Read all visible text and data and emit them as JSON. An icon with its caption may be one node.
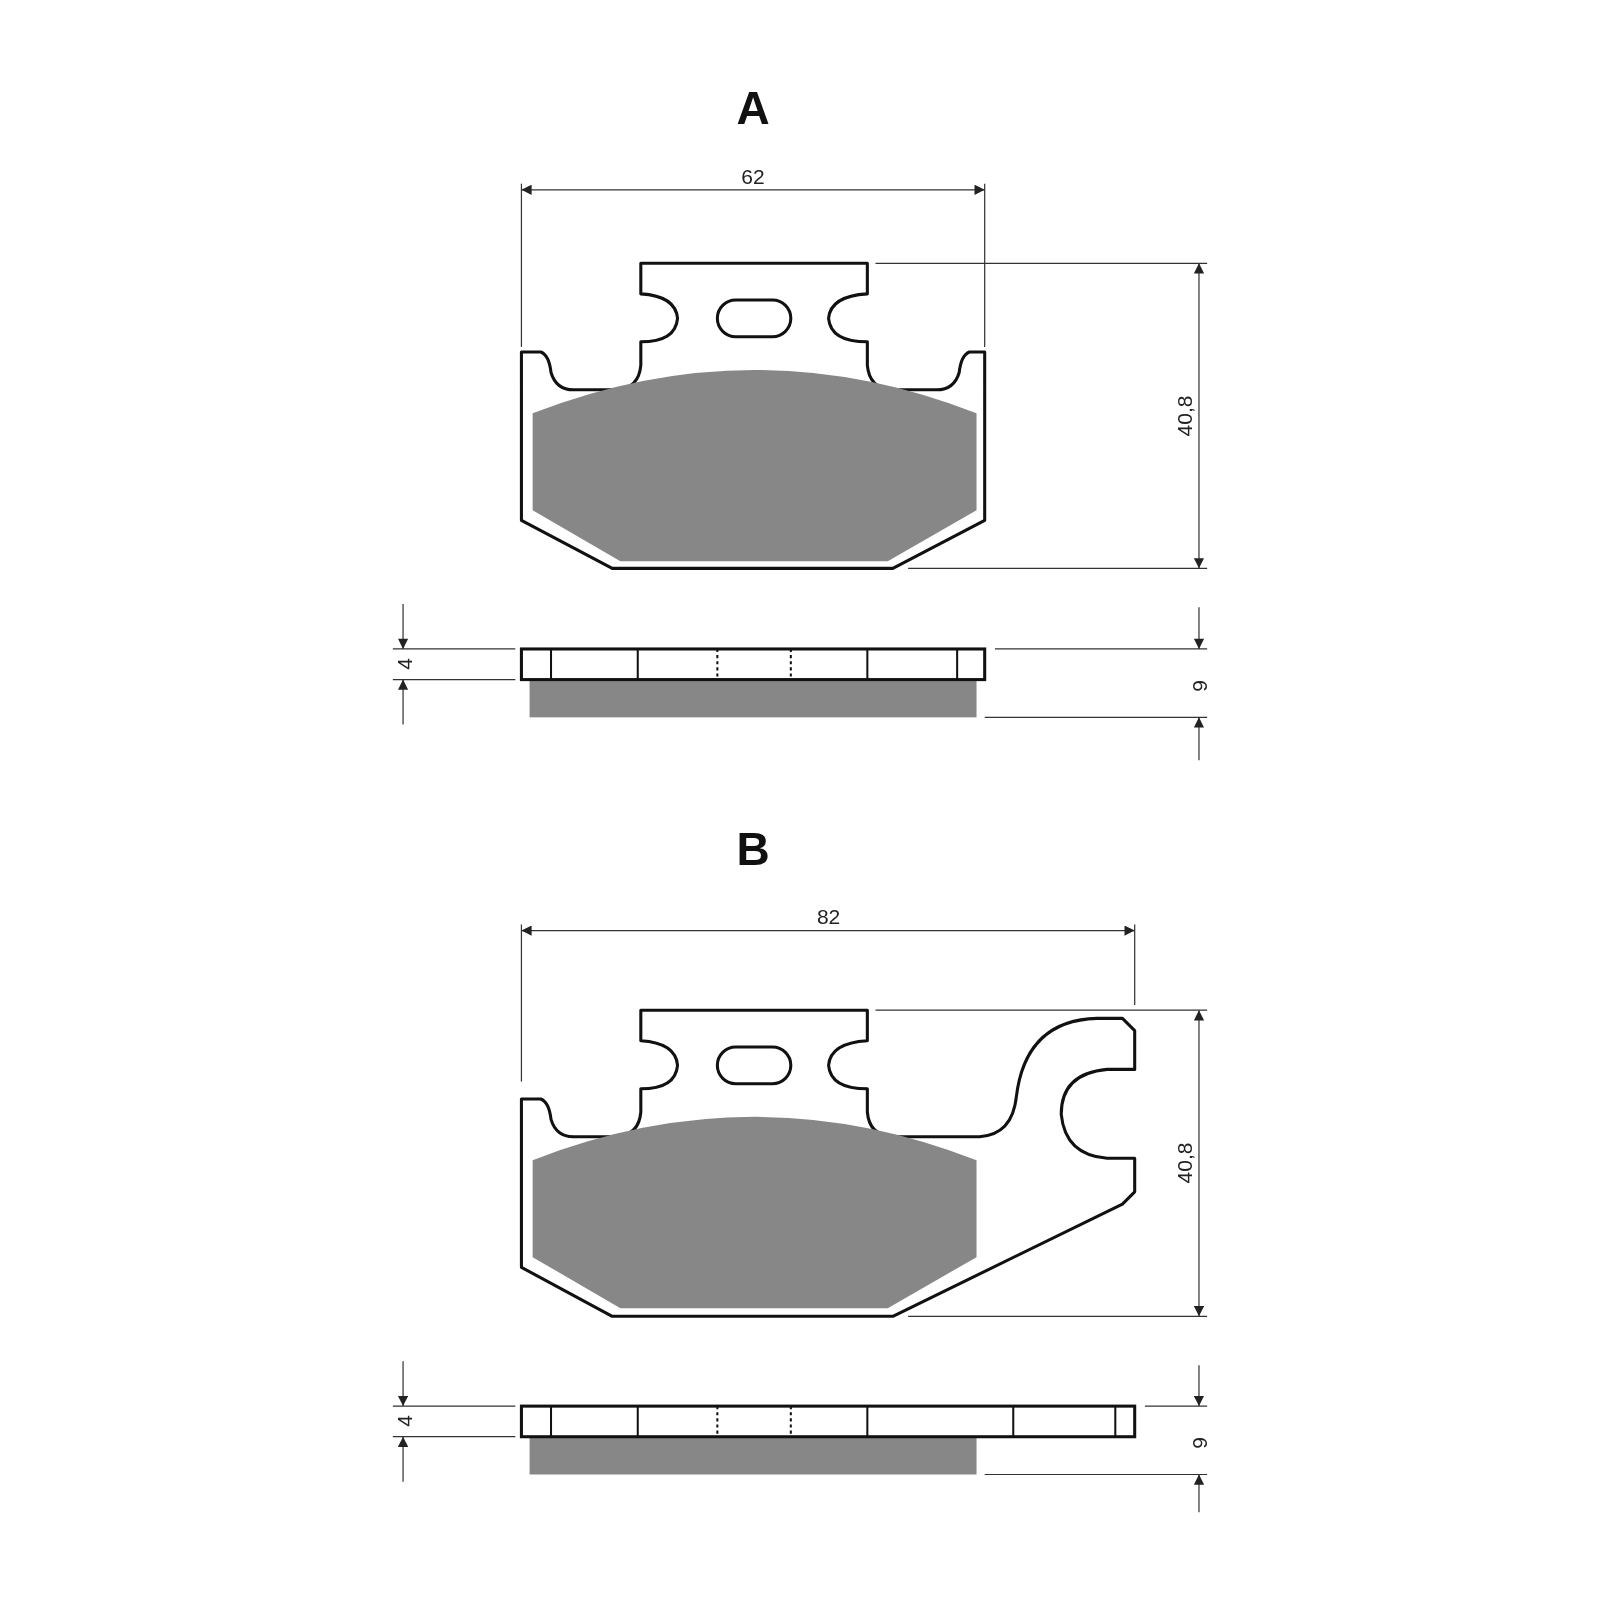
{
  "diagram": {
    "labels": [
      "A",
      "62",
      "40,8",
      "4",
      "9",
      "B",
      "82",
      "40,8",
      "4",
      "9"
    ]
  }
}
